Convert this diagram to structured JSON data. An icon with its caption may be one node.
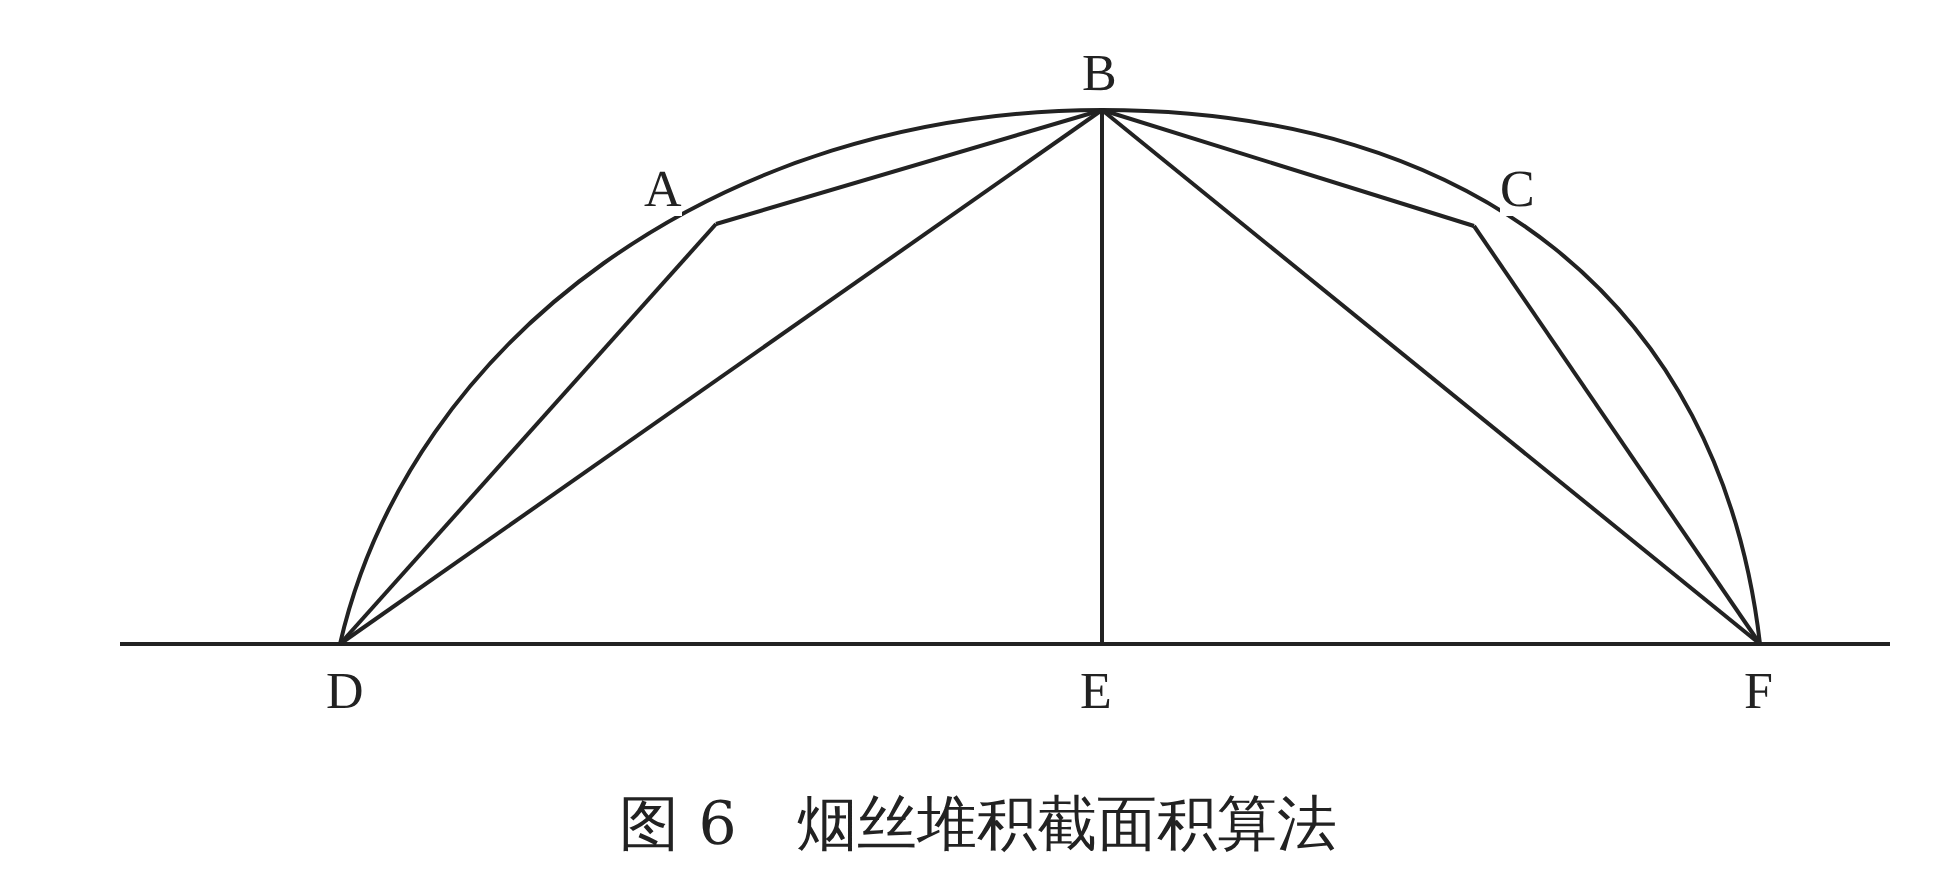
{
  "diagram": {
    "caption": "图 6　烟丝堆积截面积算法",
    "nodes": [
      {
        "text": [
          "B"
        ]
      },
      {
        "text": [
          "A"
        ]
      },
      {
        "text": [
          "C"
        ]
      },
      {
        "text": [
          "D"
        ]
      },
      {
        "text": [
          "E"
        ]
      },
      {
        "text": [
          "F"
        ]
      }
    ],
    "edges": [
      {
        "from": 0,
        "to": 1,
        "arrow": "none"
      },
      {
        "from": 0,
        "to": 2,
        "arrow": "none"
      },
      {
        "from": 0,
        "to": 3,
        "arrow": "none"
      },
      {
        "from": 0,
        "to": 4,
        "arrow": "none"
      },
      {
        "from": 0,
        "to": 5,
        "arrow": "none"
      },
      {
        "from": 1,
        "to": 3,
        "arrow": "none"
      },
      {
        "from": 2,
        "to": 5,
        "arrow": "none"
      }
    ]
  }
}
